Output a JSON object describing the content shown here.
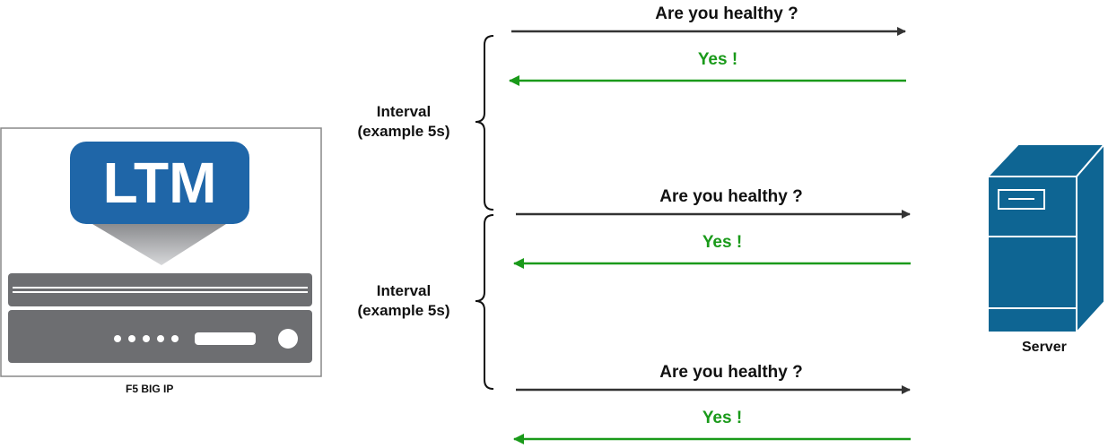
{
  "device": {
    "badge_text": "LTM",
    "caption": "F5 BIG IP"
  },
  "server": {
    "caption": "Server"
  },
  "exchanges": [
    {
      "request": "Are you healthy ?",
      "response": "Yes !"
    },
    {
      "request": "Are you healthy ?",
      "response": "Yes !"
    },
    {
      "request": "Are you healthy ?",
      "response": "Yes !"
    }
  ],
  "intervals": [
    {
      "line1": "Interval",
      "line2": "(example 5s)"
    },
    {
      "line1": "Interval",
      "line2": "(example 5s)"
    }
  ],
  "colors": {
    "request_arrow": "#333333",
    "response_arrow": "#1a9a1a",
    "ltm_blue": "#1f66a8",
    "server_blue": "#0e6593",
    "appliance_gray": "#6d6e71"
  }
}
